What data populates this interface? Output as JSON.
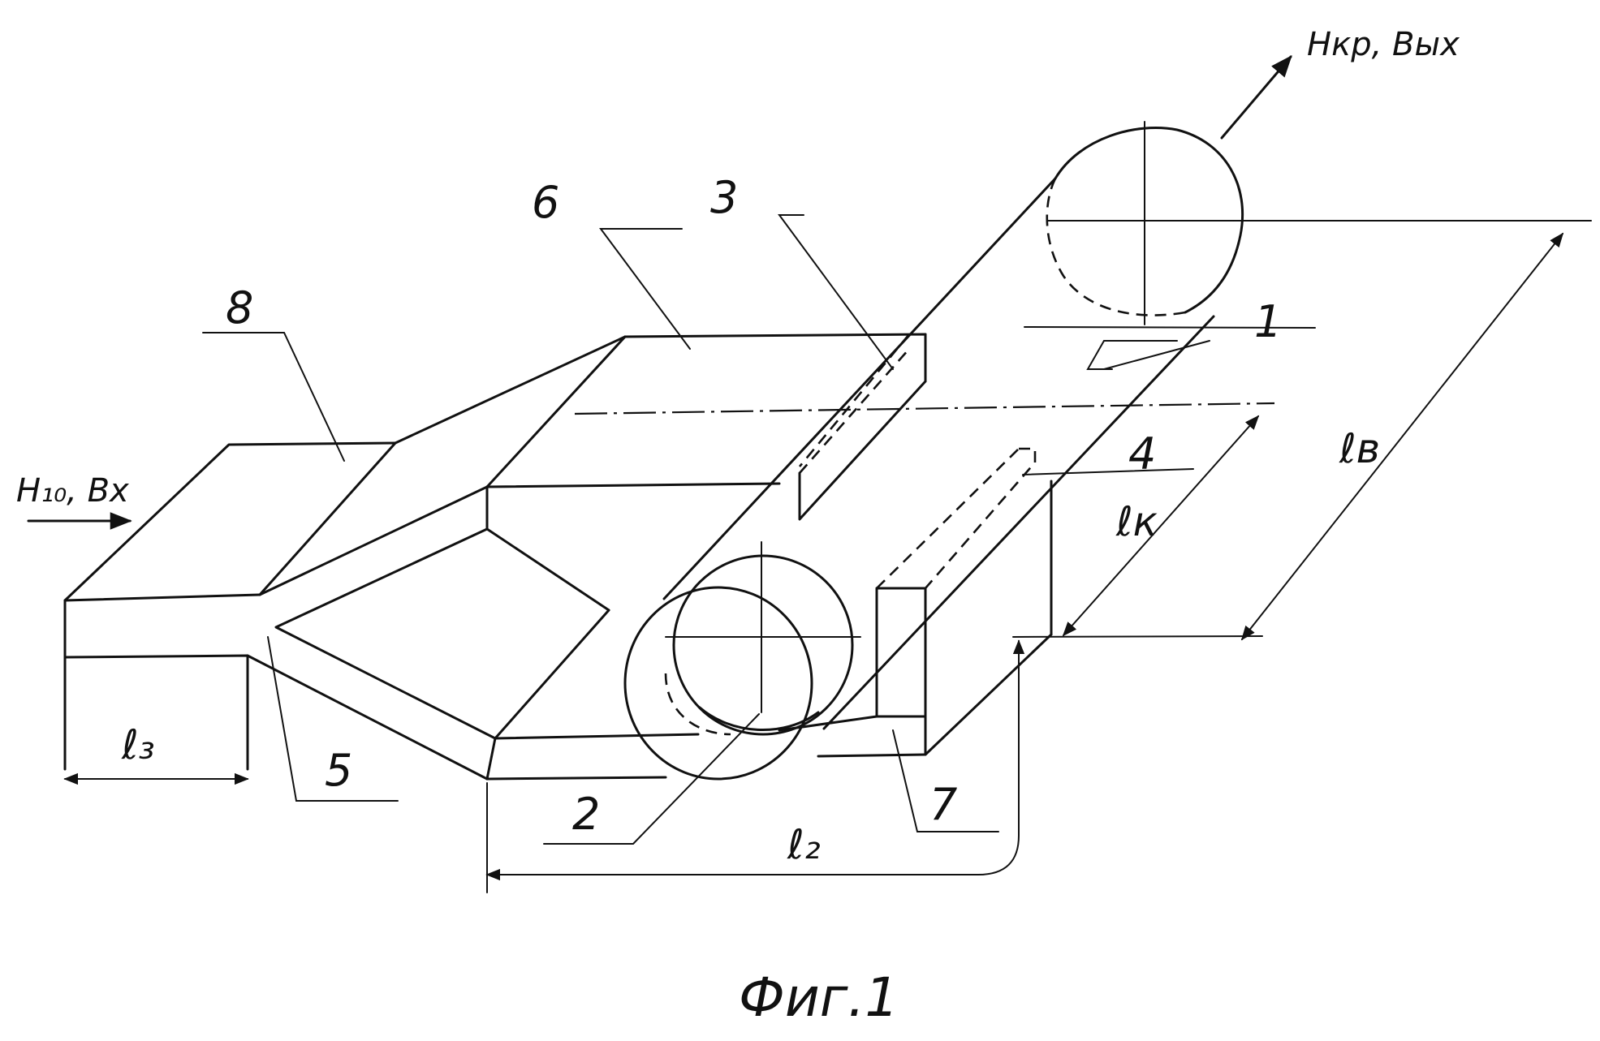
{
  "figure": {
    "caption": "Фиг.1",
    "input_port": "H₁₀, Bx",
    "output_port": "Hкр, Вых",
    "callouts": [
      "1",
      "2",
      "3",
      "4",
      "5",
      "6",
      "7",
      "8"
    ],
    "dimensions": {
      "l3": "ℓ₃",
      "l2": "ℓ₂",
      "lk": "ℓк",
      "lB": "ℓв"
    }
  },
  "colors": {
    "ink": "#111111",
    "paper": "#ffffff"
  }
}
